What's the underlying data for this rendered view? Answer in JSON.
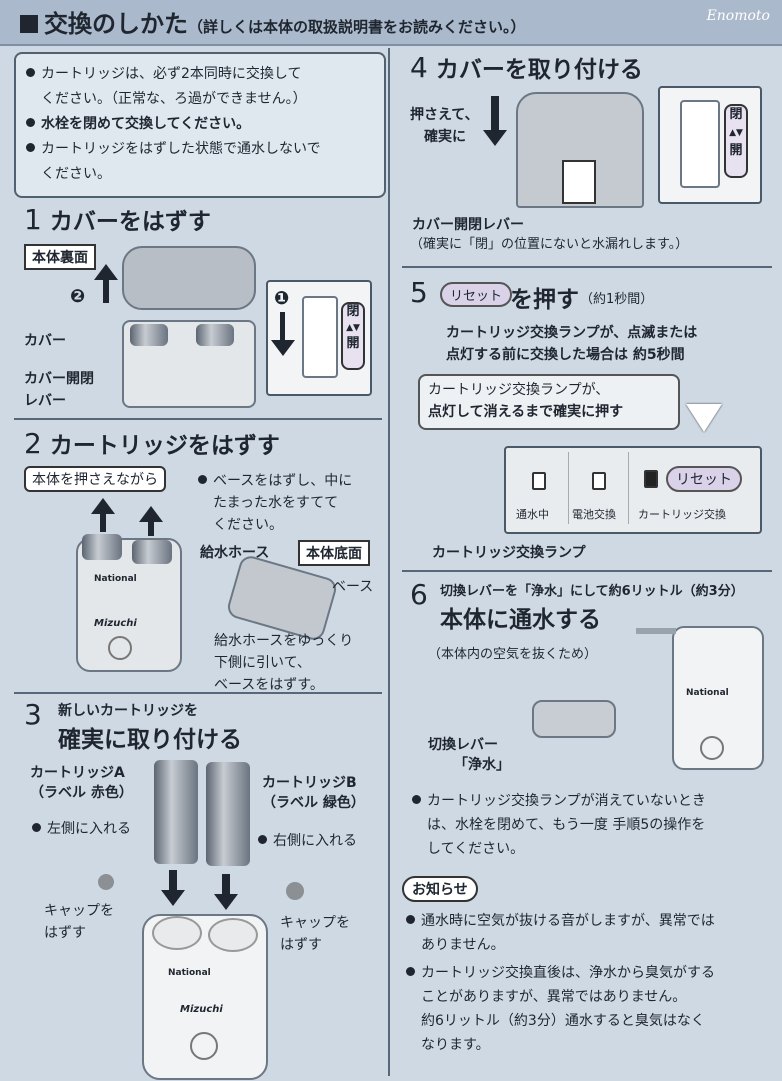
{
  "header": {
    "title": "交換のしかた",
    "subtitle": "（詳しくは本体の取扱説明書をお読みください。）",
    "brand": "Enomoto"
  },
  "notes": [
    "カートリッジは、必ず2本同時に交換して",
    "ください。（正常な、ろ過ができません。）",
    "水栓を閉めて交換してください。",
    "カートリッジをはずした状態で通水しないで",
    "ください。"
  ],
  "step1": {
    "num": "1",
    "title": "カバーをはずす",
    "tag_back": "本体裏面",
    "cover": "カバー",
    "lever1": "カバー開閉",
    "lever2": "レバー",
    "mark1": "❶",
    "mark2": "❷",
    "close": "閉",
    "open": "開"
  },
  "step2": {
    "num": "2",
    "title": "カートリッジをはずす",
    "hint": "本体を押さえながら",
    "b1": "ベースをはずし、中に",
    "b2": "たまった水をすてて",
    "b3": "ください。",
    "hose": "給水ホース",
    "tag_bottom": "本体底面",
    "base": "ベース",
    "d1": "給水ホースをゆっくり",
    "d2": "下側に引いて、",
    "d3": "ベースをはずす。"
  },
  "step3": {
    "num": "3",
    "small": "新しいカートリッジを",
    "title": "確実に取り付ける",
    "a1": "カートリッジA",
    "a2": "（ラベル 赤色）",
    "b1": "カートリッジB",
    "b2": "（ラベル 緑色）",
    "left": "左側に入れる",
    "right": "右側に入れる",
    "cap_l1": "キャップを",
    "cap_l2": "はずす",
    "cap_r1": "キャップを",
    "cap_r2": "はずす"
  },
  "step4": {
    "num": "4",
    "title": "カバーを取り付ける",
    "press1": "押さえて、",
    "press2": "確実に",
    "lever": "カバー開閉レバー",
    "warn": "（確実に「閉」の位置にないと水漏れします。）",
    "close": "閉",
    "open": "開"
  },
  "step5": {
    "num": "5",
    "reset": "リセット",
    "title": "を押す",
    "dur": "（約1秒間）",
    "n1": "カートリッジ交換ランプが、点滅または",
    "n2": "点灯する前に交換した場合は 約5秒間",
    "c1": "カートリッジ交換ランプが、",
    "c2": "点灯して消えるまで確実に押す",
    "lamp1": "通水中",
    "lamp2": "電池交換",
    "lamp3": "カートリッジ交換",
    "lamp_label": "カートリッジ交換ランプ"
  },
  "step6": {
    "num": "6",
    "small": "切換レバーを「浄水」にして約6リットル（約3分）",
    "title": "本体に通水する",
    "sub": "（本体内の空気を抜くため）",
    "lever1": "切換レバー",
    "lever2": "「浄水」",
    "p1": "カートリッジ交換ランプが消えていないとき",
    "p2": "は、水栓を閉めて、もう一度 手順5の操作を",
    "p3": "してください。"
  },
  "info": {
    "tag": "お知らせ",
    "i1": "通水時に空気が抜ける音がしますが、異常では",
    "i2": "ありません。",
    "i3": "カートリッジ交換直後は、浄水から臭気がする",
    "i4": "ことがありますが、異常ではありません。",
    "i5": "約6リットル（約3分）通水すると臭気はなく",
    "i6": "なります。"
  },
  "device_brand": "National",
  "device_model": "Mizuchi"
}
